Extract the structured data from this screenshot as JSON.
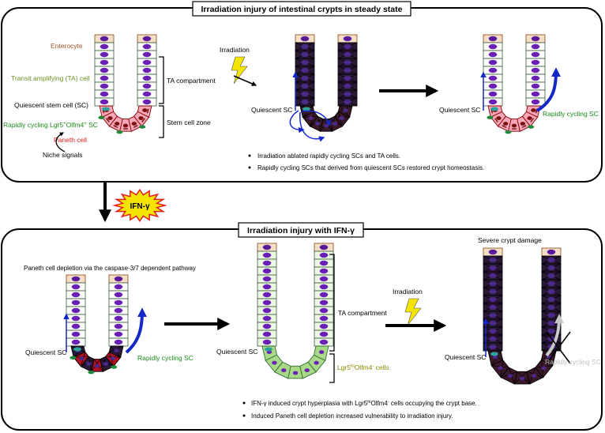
{
  "top_panel": {
    "title": "Irradiation injury of intestinal crypts in steady state",
    "labels": {
      "enterocyte": "Enterocyte",
      "ta_cell": "Transit amplifying (TA) cell",
      "quiescent_sc": "Quiescent stem cell (SC)",
      "rapid_sc_prefix": "Rapidly cycling Lgr5",
      "rapid_sc_sup1": "+",
      "rapid_sc_mid": "Olfm4",
      "rapid_sc_sup2": "+",
      "rapid_sc_suffix": " SC",
      "paneth": "Paneth cell",
      "niche": "Niche signals",
      "ta_compartment": "TA compartment",
      "stem_zone": "Stem cell zone",
      "irradiation": "Irradiation",
      "quiescent_short": "Quiescent SC",
      "rapid_short": "Rapidly cycling SC"
    },
    "bullets": [
      "Irradiation ablated rapidly cycling SCs and TA cells.",
      "Rapidly cycling SCs that derived from quiescent SCs restored crypt homeostasis."
    ]
  },
  "ifn_badge": "IFN-γ",
  "bottom_panel": {
    "title": "Irradiation injury with IFN-γ",
    "labels": {
      "paneth_depletion": "Paneth cell depletion via the caspase-3/7 dependent pathway",
      "quiescent_short": "Quiescent SC",
      "rapid_short": "Rapidly cycling SC",
      "ta_compartment": "TA compartment",
      "lgr5_prefix": "Lgr5",
      "lgr5_sup": "hi",
      "lgr5_mid": "Olfm4",
      "lgr5_sup2": "-",
      "lgr5_suffix": " cells",
      "irradiation": "Irradiation",
      "severe_damage": "Severe crypt damage"
    },
    "bullets_parts": {
      "b1_prefix": "IFN-γ induced crypt hyperplasia with Lgr5",
      "b1_sup": "hi",
      "b1_mid": "Olfm4",
      "b1_sup2": "-",
      "b1_suffix": " cells occupying the crypt base.",
      "b2": "Induced Paneth cell depletion increased vulnerability to irradiation injury."
    }
  },
  "colors": {
    "enterocyte": "#a0522d",
    "ta_green": "#6b8e23",
    "stem_green": "#1a8a1a",
    "paneth_red": "#e01b1b",
    "grey_text": "#c0c0c0",
    "arrow_blue": "#1428c8"
  }
}
